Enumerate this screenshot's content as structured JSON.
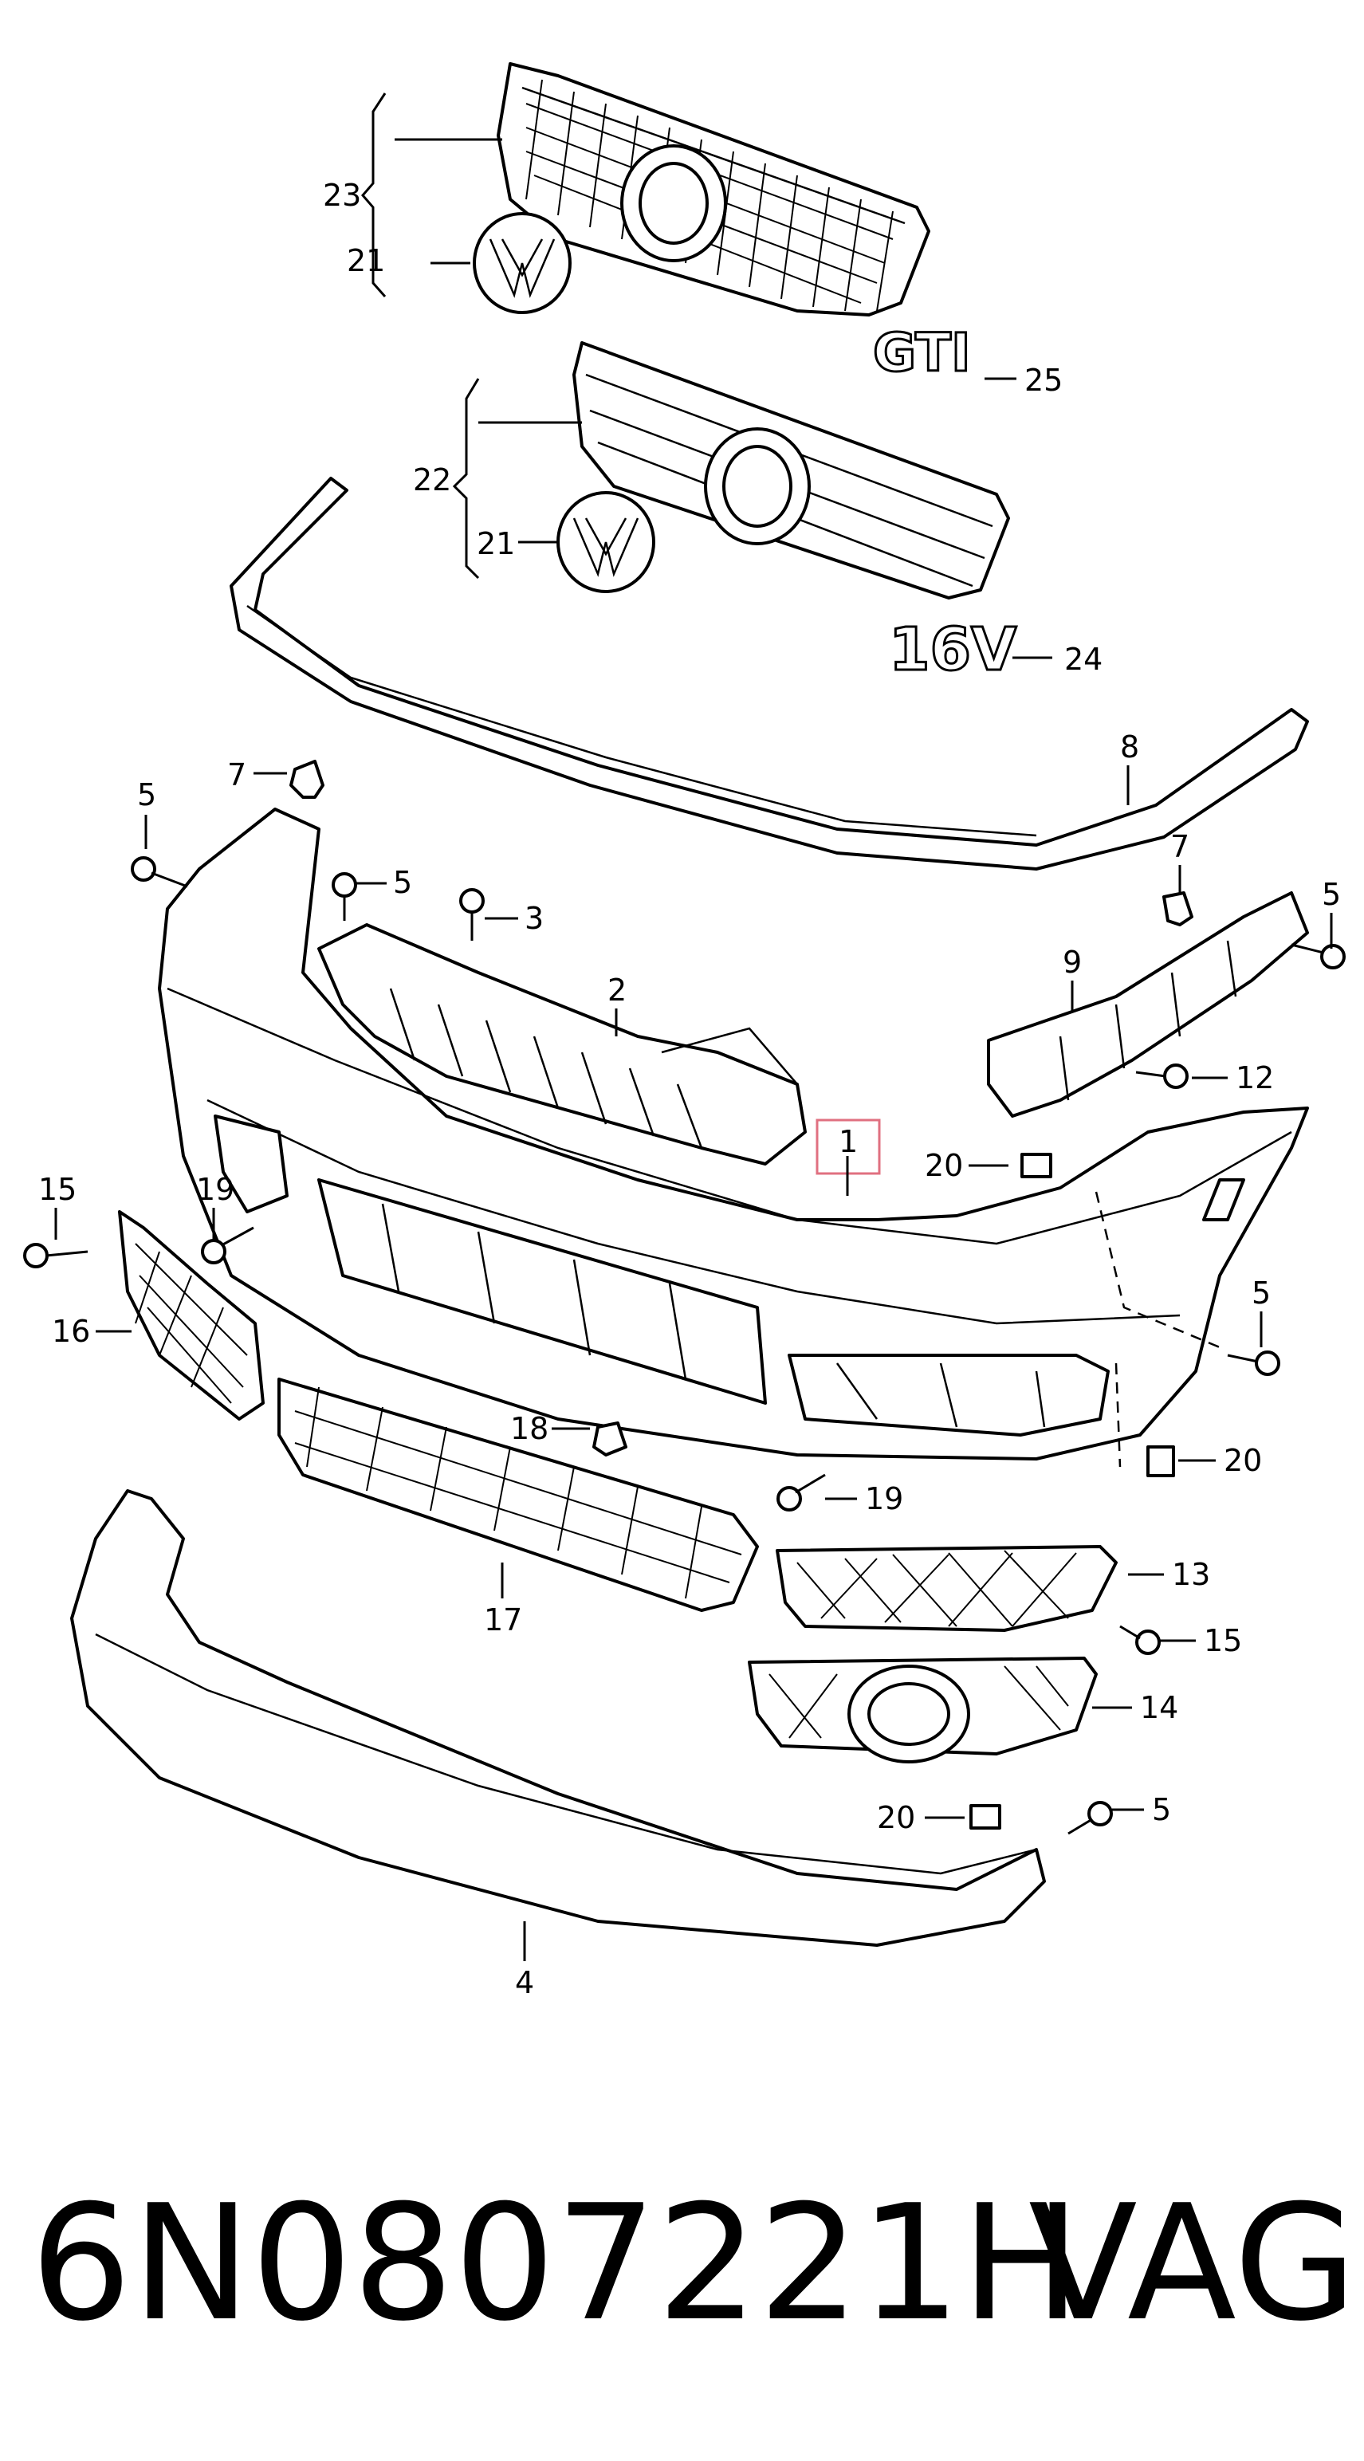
{
  "diagram": {
    "callouts": [
      {
        "id": "c23",
        "label": "23"
      },
      {
        "id": "c21a",
        "label": "21"
      },
      {
        "id": "c25",
        "label": "25"
      },
      {
        "id": "c22",
        "label": "22"
      },
      {
        "id": "c21b",
        "label": "21"
      },
      {
        "id": "c24",
        "label": "24"
      },
      {
        "id": "c8",
        "label": "8"
      },
      {
        "id": "c7a",
        "label": "7"
      },
      {
        "id": "c5a",
        "label": "5"
      },
      {
        "id": "c5b",
        "label": "5"
      },
      {
        "id": "c3",
        "label": "3"
      },
      {
        "id": "c2",
        "label": "2"
      },
      {
        "id": "c7b",
        "label": "7"
      },
      {
        "id": "c5c",
        "label": "5"
      },
      {
        "id": "c9",
        "label": "9"
      },
      {
        "id": "c12",
        "label": "12"
      },
      {
        "id": "c1",
        "label": "1"
      },
      {
        "id": "c20a",
        "label": "20"
      },
      {
        "id": "c15a",
        "label": "15"
      },
      {
        "id": "c19a",
        "label": "19"
      },
      {
        "id": "c16",
        "label": "16"
      },
      {
        "id": "c5d",
        "label": "5"
      },
      {
        "id": "c18",
        "label": "18"
      },
      {
        "id": "c20b",
        "label": "20"
      },
      {
        "id": "c19b",
        "label": "19"
      },
      {
        "id": "c13",
        "label": "13"
      },
      {
        "id": "c17",
        "label": "17"
      },
      {
        "id": "c15b",
        "label": "15"
      },
      {
        "id": "c14",
        "label": "14"
      },
      {
        "id": "c20c",
        "label": "20"
      },
      {
        "id": "c5e",
        "label": "5"
      },
      {
        "id": "c4",
        "label": "4"
      }
    ],
    "badges": {
      "gti": "GTI",
      "sixteen_v": "16V"
    },
    "highlight_color": "#e07080"
  },
  "footer": {
    "part_number": "6N0807221H",
    "brand": "VAG"
  }
}
